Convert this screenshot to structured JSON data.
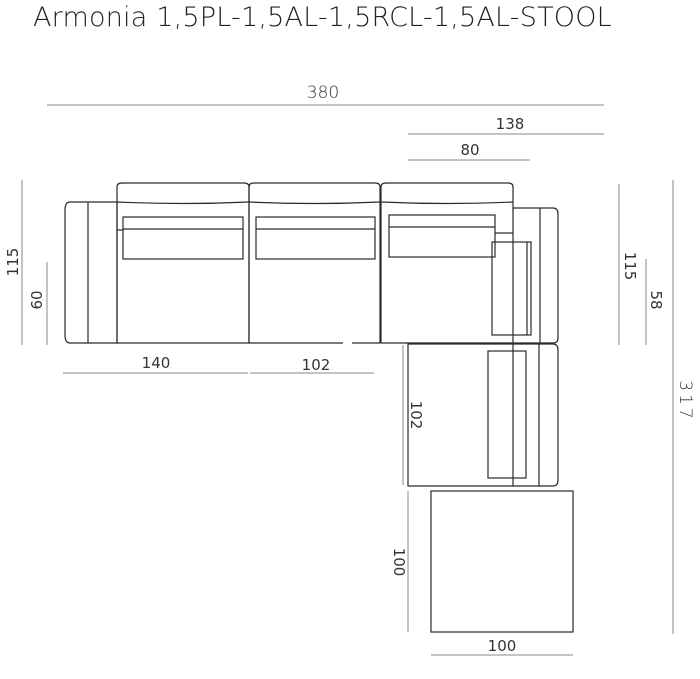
{
  "title": "Armonia 1,5PL-1,5AL-1,5RCL-1,5AL-STOOL",
  "dimensions": {
    "overall_width": "380",
    "right_section_width": "138",
    "right_seat_width": "80",
    "left_depth": "115",
    "left_seat_depth": "60",
    "left_module_width": "140",
    "middle_module_width": "102",
    "corner_module_depth": "102",
    "stool_depth": "100",
    "stool_width": "100",
    "right_depth": "115",
    "right_seat_depth": "58",
    "overall_depth": "317"
  }
}
